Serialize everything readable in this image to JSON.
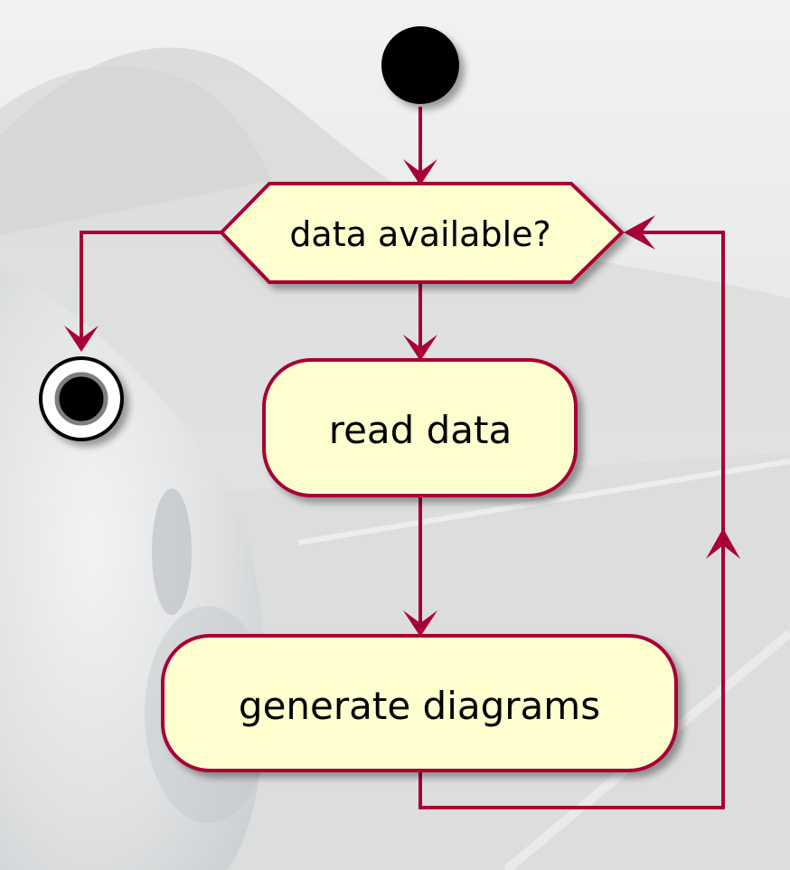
{
  "diagram": {
    "decision_label": "data available?",
    "actions": [
      "read data",
      "generate diagrams"
    ]
  },
  "colors": {
    "line": "#A80036",
    "node_fill": "#FEFECE",
    "start_node": "#000000",
    "end_ring": "#7f7f7f"
  }
}
